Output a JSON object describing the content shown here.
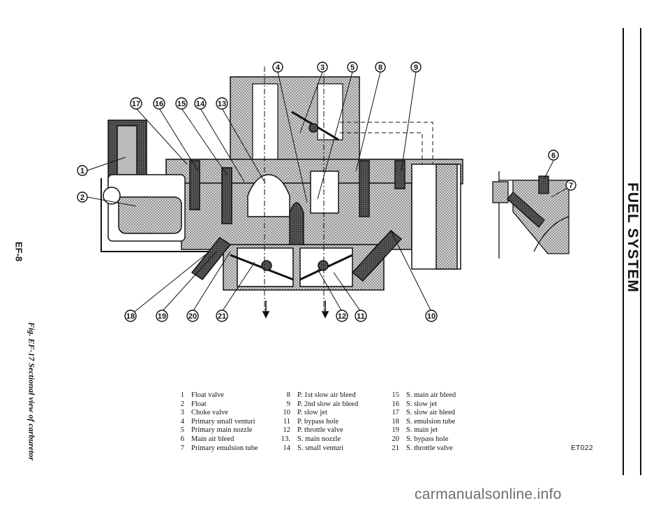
{
  "header": {
    "section_title": "FUEL SYSTEM",
    "page_number": "EF-8"
  },
  "figure": {
    "caption": "Fig. EF-17 Sectional view of carburetor",
    "code": "ET022",
    "callouts": [
      "1",
      "2",
      "3",
      "4",
      "5",
      "6",
      "7",
      "8",
      "9",
      "10",
      "11",
      "12",
      "13",
      "14",
      "15",
      "16",
      "17",
      "18",
      "19",
      "20",
      "21"
    ]
  },
  "legend": {
    "col1": [
      {
        "num": "1",
        "label": "Float valve"
      },
      {
        "num": "2",
        "label": "Float"
      },
      {
        "num": "3",
        "label": "Choke valve"
      },
      {
        "num": "4",
        "label": "Primary small venturi"
      },
      {
        "num": "5",
        "label": "Primary main nozzle"
      },
      {
        "num": "6",
        "label": "Main air bleed"
      },
      {
        "num": "7",
        "label": "Primary emulsion tube"
      }
    ],
    "col2": [
      {
        "num": "8",
        "label": "P. 1st slow air bleed"
      },
      {
        "num": "9",
        "label": "P. 2nd slow air bleed"
      },
      {
        "num": "10",
        "label": "P. slow jet"
      },
      {
        "num": "11",
        "label": "P. bypass hole"
      },
      {
        "num": "12",
        "label": "P. throttle valve"
      },
      {
        "num": "13.",
        "label": "S. main nozzle"
      },
      {
        "num": "14",
        "label": "S. small venturi"
      }
    ],
    "col3": [
      {
        "num": "15",
        "label": "S. main air bleed"
      },
      {
        "num": "16",
        "label": "S. slow jet"
      },
      {
        "num": "17",
        "label": "S. slow air bleed"
      },
      {
        "num": "18",
        "label": "S. emulsion tube"
      },
      {
        "num": "19",
        "label": "S. main jet"
      },
      {
        "num": "20",
        "label": "S. bypass hole"
      },
      {
        "num": "21",
        "label": "S. throttle valve"
      }
    ]
  },
  "footer": {
    "watermark": "carmanualsonline.info"
  }
}
